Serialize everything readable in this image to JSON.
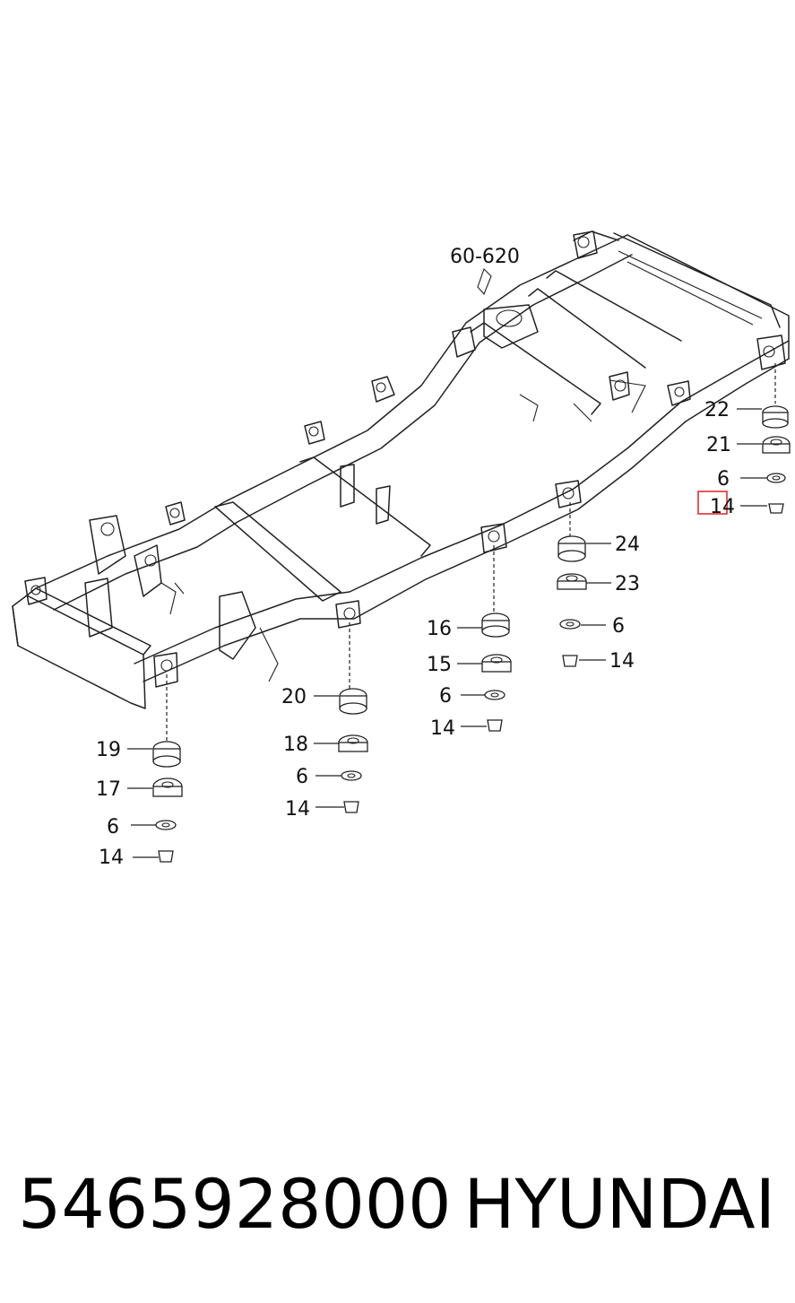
{
  "diagram": {
    "reference_label": "60-620",
    "callouts": [
      {
        "id": "c22",
        "label": "22"
      },
      {
        "id": "c21",
        "label": "21"
      },
      {
        "id": "c6a",
        "label": "6"
      },
      {
        "id": "c14a",
        "label": "14"
      },
      {
        "id": "c24",
        "label": "24"
      },
      {
        "id": "c23",
        "label": "23"
      },
      {
        "id": "c6b",
        "label": "6"
      },
      {
        "id": "c14b",
        "label": "14"
      },
      {
        "id": "c16",
        "label": "16"
      },
      {
        "id": "c15",
        "label": "15"
      },
      {
        "id": "c6c",
        "label": "6"
      },
      {
        "id": "c14c",
        "label": "14"
      },
      {
        "id": "c20",
        "label": "20"
      },
      {
        "id": "c18",
        "label": "18"
      },
      {
        "id": "c6d",
        "label": "6"
      },
      {
        "id": "c14d",
        "label": "14"
      },
      {
        "id": "c19",
        "label": "19"
      },
      {
        "id": "c17",
        "label": "17"
      },
      {
        "id": "c6e",
        "label": "6"
      },
      {
        "id": "c14e",
        "label": "14"
      }
    ],
    "highlight_color": "#e03030"
  },
  "footer": {
    "part_number": "5465928000",
    "brand": "HYUNDAI"
  }
}
